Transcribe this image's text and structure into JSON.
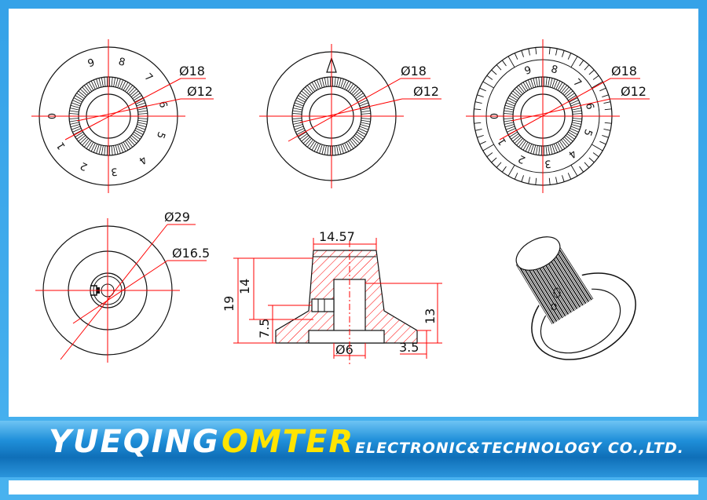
{
  "knob_top_1": {
    "d_outer": "Ø18",
    "d_inner": "Ø12",
    "scale": [
      "0",
      "1",
      "2",
      "3",
      "4",
      "5",
      "6",
      "7",
      "8",
      "9"
    ]
  },
  "knob_top_2": {
    "d_outer": "Ø18",
    "d_inner": "Ø12"
  },
  "knob_top_3": {
    "d_outer": "Ø18",
    "d_inner": "Ø12",
    "scale": [
      "0",
      "1",
      "2",
      "3",
      "4",
      "5",
      "6",
      "7",
      "8",
      "9"
    ]
  },
  "knob_bottom": {
    "d_outer": "Ø29",
    "d_inner": "Ø16.5"
  },
  "side_view": {
    "top_width": "14.57",
    "total_height": "19",
    "body_height": "14",
    "screw_height": "7.5",
    "skirt_height": "13",
    "bore": "Ø6",
    "skirt_thickness": "3.5"
  },
  "brand": {
    "name": "YUEQING",
    "name2": "OMTER",
    "tagline": "ELECTRONIC&TECHNOLOGY  CO.,LTD."
  },
  "colors": {
    "dimension_line": "#ff0000",
    "outline": "#111111",
    "brand_yellow": "#ffe400"
  }
}
